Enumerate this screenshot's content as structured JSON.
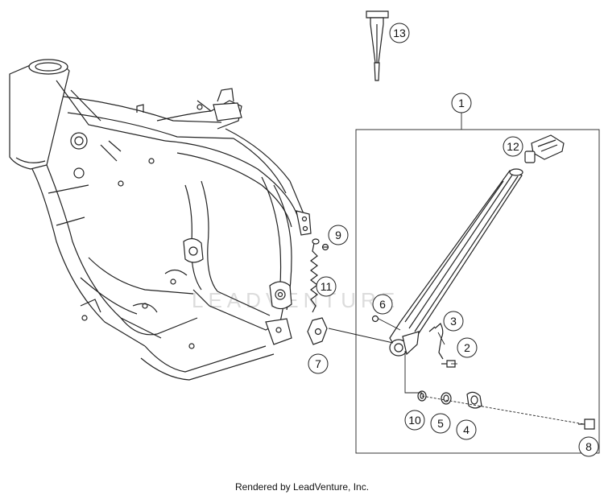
{
  "diagram": {
    "watermark": "LEADVENTURE",
    "footer": "Rendered by LeadVenture, Inc.",
    "callouts": [
      "1",
      "2",
      "3",
      "4",
      "5",
      "6",
      "7",
      "8",
      "9",
      "10",
      "11",
      "12",
      "13"
    ]
  }
}
